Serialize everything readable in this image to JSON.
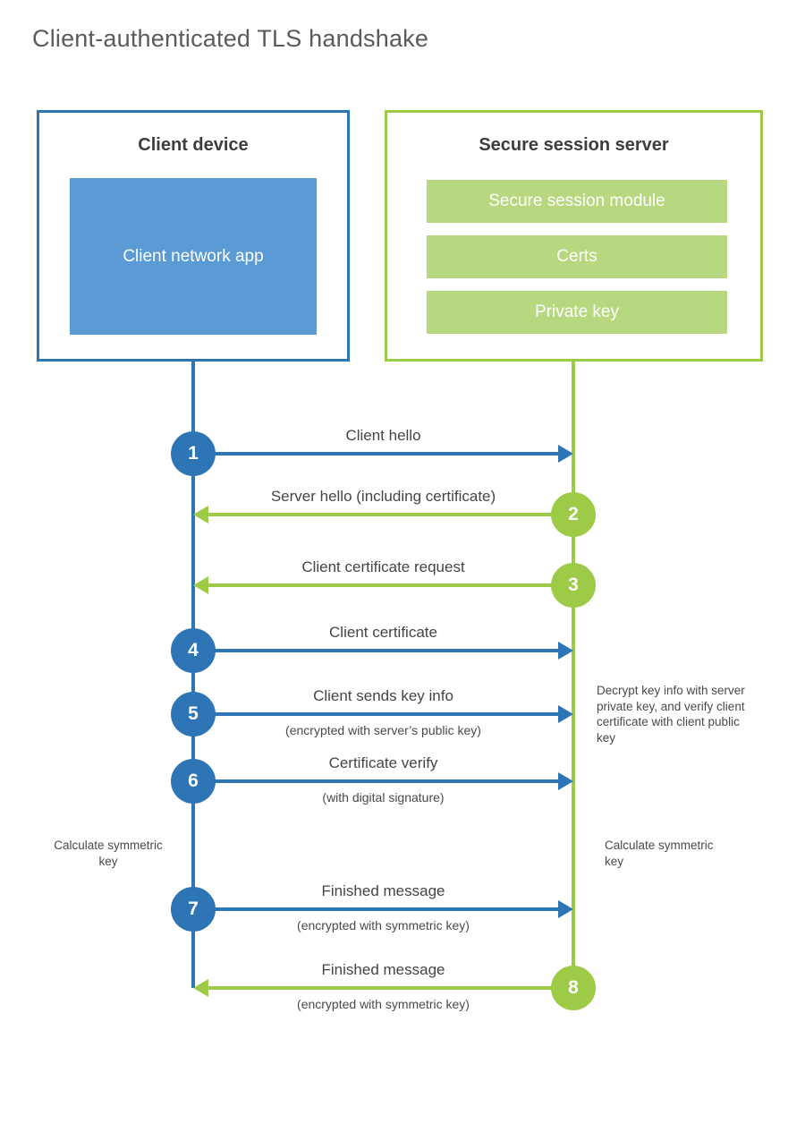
{
  "title": "Client-authenticated TLS handshake",
  "client_box": {
    "title": "Client device",
    "app_label": "Client network app"
  },
  "server_box": {
    "title": "Secure session server",
    "modules": [
      "Secure session module",
      "Certs",
      "Private key"
    ]
  },
  "messages": [
    {
      "num": "1",
      "label": "Client hello",
      "from": "client",
      "to": "server"
    },
    {
      "num": "2",
      "label": "Server hello (including certificate)",
      "from": "server",
      "to": "client"
    },
    {
      "num": "3",
      "label": "Client certificate request",
      "from": "server",
      "to": "client"
    },
    {
      "num": "4",
      "label": "Client certificate",
      "from": "client",
      "to": "server"
    },
    {
      "num": "5",
      "label": "Client sends key info",
      "sub": "(encrypted with server’s public key)",
      "from": "client",
      "to": "server"
    },
    {
      "num": "6",
      "label": "Certificate verify",
      "sub": "(with digital signature)",
      "from": "client",
      "to": "server"
    },
    {
      "num": "7",
      "label": "Finished message",
      "sub": "(encrypted with symmetric key)",
      "from": "client",
      "to": "server"
    },
    {
      "num": "8",
      "label": "Finished message",
      "sub": "(encrypted with symmetric key)",
      "from": "server",
      "to": "client"
    }
  ],
  "annotations": {
    "decrypt_note": "Decrypt key info with server private key, and verify client certificate with client public key",
    "calc_left": "Calculate symmetric key",
    "calc_right": "Calculate symmetric key"
  },
  "colors": {
    "blue": "#2e75b6",
    "blue_light": "#5b9bd5",
    "green": "#9dcb47",
    "green_light": "#b7d87f"
  }
}
